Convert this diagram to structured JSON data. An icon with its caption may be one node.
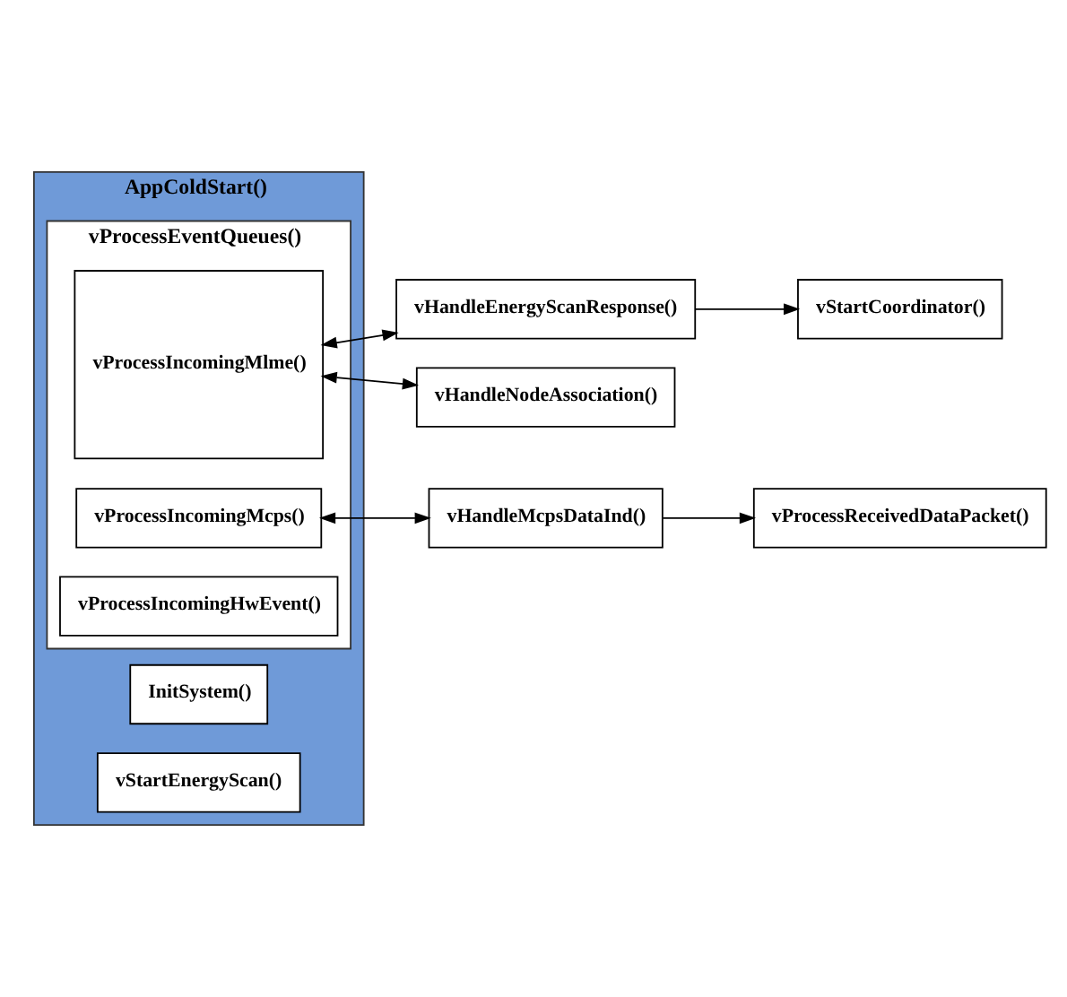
{
  "diagram": {
    "nodes": [
      {
        "text": [
          "AppColdStart()"
        ]
      },
      {
        "text": [
          "InitSystem()"
        ],
        "in": 0
      },
      {
        "text": [
          "vStartEnergyScan()"
        ],
        "in": 0
      },
      {
        "text": [
          "vProcessEventQueues()"
        ],
        "in": 0
      },
      {
        "text": [
          "vProcessIncomingMlme()"
        ],
        "in": 3
      },
      {
        "text": [
          "vProcessIncomingMcps()"
        ],
        "in": 3
      },
      {
        "text": [
          "vProcessIncomingHwEvent()"
        ],
        "in": 3
      },
      {
        "text": [
          "vHandleEnergyScanResponse()"
        ]
      },
      {
        "text": [
          "vStartCoordinator()"
        ]
      },
      {
        "text": [
          "vHandleNodeAssociation()"
        ]
      },
      {
        "text": [
          "vHandleMcpsDataInd()"
        ]
      },
      {
        "text": [
          "vProcessReceivedDataPacket()"
        ]
      }
    ],
    "edges": [
      {
        "from": 4,
        "to": 7,
        "arrow": "both"
      },
      {
        "from": 7,
        "to": 8,
        "arrow": "to"
      },
      {
        "from": 4,
        "to": 9,
        "arrow": "both"
      },
      {
        "from": 5,
        "to": 10,
        "arrow": "both"
      },
      {
        "from": 10,
        "to": 11,
        "arrow": "to"
      }
    ]
  }
}
